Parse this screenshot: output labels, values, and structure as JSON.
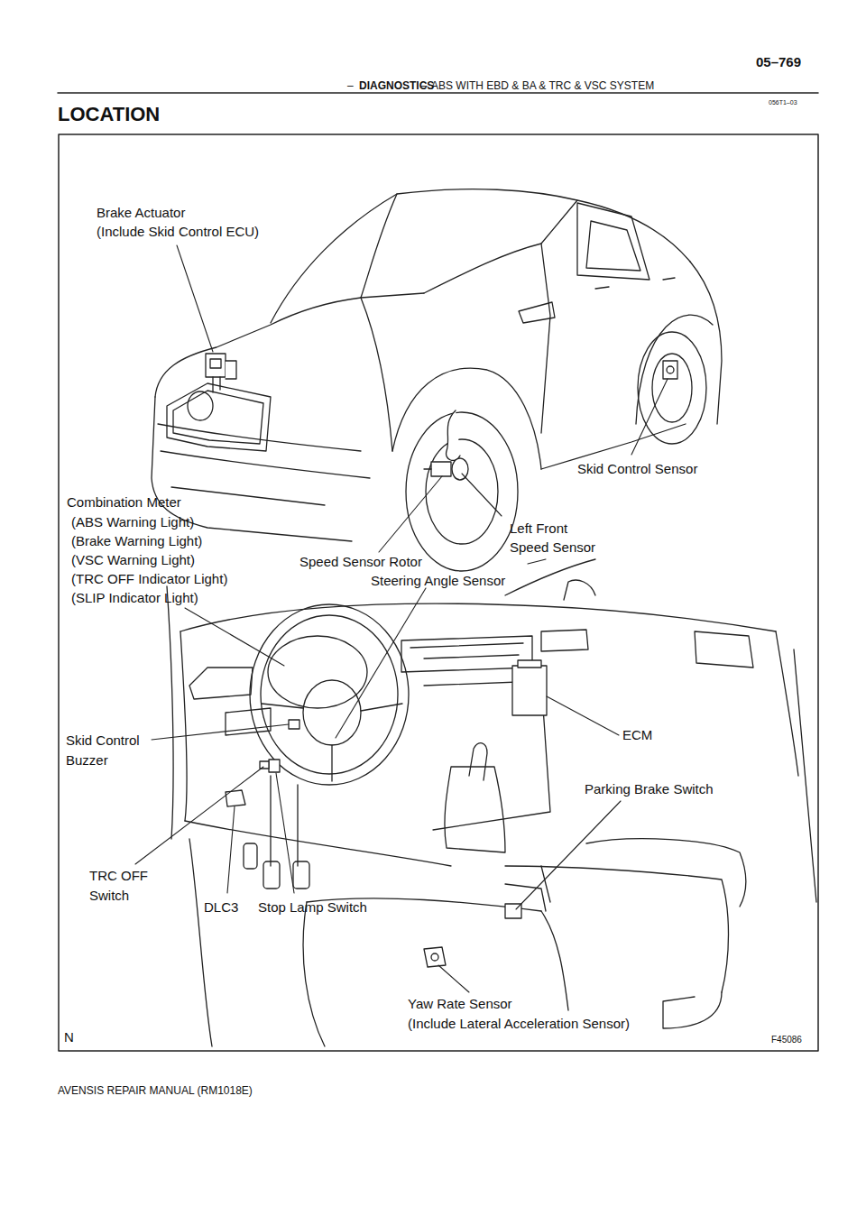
{
  "diagram": {
    "title": "LOCATION",
    "labels": [
      "–",
      "DIAGNOSTICS",
      "–",
      "ABS WITH EBD & BA & TRC & VSC SYSTEM",
      "05–769",
      "056T1–03",
      "Brake Actuator",
      "(Include Skid Control ECU)",
      "Skid Control Sensor",
      "Combination Meter",
      "(ABS Warning Light)",
      "(Brake Warning Light)",
      "(VSC Warning Light)",
      "(TRC OFF Indicator Light)",
      "(SLIP Indicator Light)",
      "Left Front",
      "Speed Sensor",
      "Speed Sensor Rotor",
      "Steering Angle Sensor",
      "Skid Control",
      "Buzzer",
      "ECM",
      "Parking Brake Switch",
      "TRC OFF",
      "Switch",
      "DLC3",
      "Stop Lamp Switch",
      "Yaw Rate Sensor",
      "(Include Lateral Acceleration Sensor)",
      "N",
      "F45086",
      "AVENSIS REPAIR MANUAL (RM1018E)"
    ]
  }
}
